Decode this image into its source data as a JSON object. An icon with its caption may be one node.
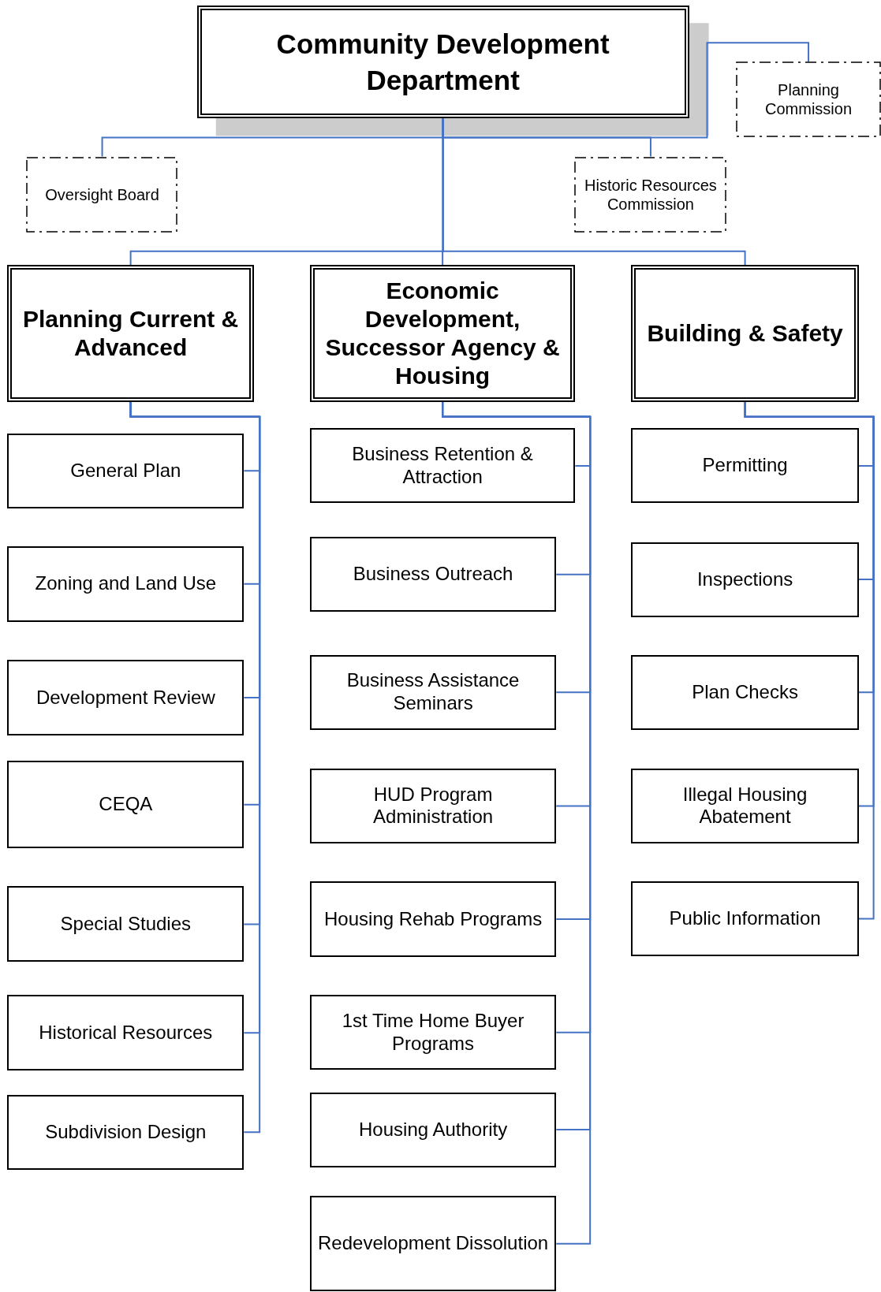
{
  "diagram": {
    "nodes": [
      {
        "text": [
          "Community Development Department"
        ]
      },
      {
        "text": [
          "Planning Commission"
        ]
      },
      {
        "text": [
          "Oversight Board"
        ]
      },
      {
        "text": [
          "Historic Resources Commission"
        ]
      },
      {
        "text": [
          "Planning Current & Advanced"
        ]
      },
      {
        "text": [
          "Economic Development, Successor Agency & Housing"
        ]
      },
      {
        "text": [
          "Building & Safety"
        ]
      },
      {
        "text": [
          "General Plan"
        ]
      },
      {
        "text": [
          "Zoning and Land Use"
        ]
      },
      {
        "text": [
          "Development Review"
        ]
      },
      {
        "text": [
          "CEQA"
        ]
      },
      {
        "text": [
          "Special Studies"
        ]
      },
      {
        "text": [
          "Historical Resources"
        ]
      },
      {
        "text": [
          "Subdivision Design"
        ]
      },
      {
        "text": [
          "Business Retention & Attraction"
        ]
      },
      {
        "text": [
          "Business Outreach"
        ]
      },
      {
        "text": [
          "Business Assistance Seminars"
        ]
      },
      {
        "text": [
          "HUD Program Administration"
        ]
      },
      {
        "text": [
          "Housing Rehab Programs"
        ]
      },
      {
        "text": [
          "1st Time Home Buyer Programs"
        ]
      },
      {
        "text": [
          "Housing Authority"
        ]
      },
      {
        "text": [
          "Redevelopment Dissolution"
        ]
      },
      {
        "text": [
          "Permitting"
        ]
      },
      {
        "text": [
          "Inspections"
        ]
      },
      {
        "text": [
          "Plan Checks"
        ]
      },
      {
        "text": [
          "Illegal Housing Abatement"
        ]
      },
      {
        "text": [
          "Public Information"
        ]
      }
    ],
    "edges": [
      {
        "from": 0,
        "to": 1,
        "arrow": "none"
      },
      {
        "from": 0,
        "to": 2,
        "arrow": "none"
      },
      {
        "from": 0,
        "to": 3,
        "arrow": "none"
      },
      {
        "from": 0,
        "to": 4,
        "arrow": "none"
      },
      {
        "from": 0,
        "to": 5,
        "arrow": "none"
      },
      {
        "from": 0,
        "to": 6,
        "arrow": "none"
      },
      {
        "from": 4,
        "to": 7,
        "arrow": "none"
      },
      {
        "from": 4,
        "to": 8,
        "arrow": "none"
      },
      {
        "from": 4,
        "to": 9,
        "arrow": "none"
      },
      {
        "from": 4,
        "to": 10,
        "arrow": "none"
      },
      {
        "from": 4,
        "to": 11,
        "arrow": "none"
      },
      {
        "from": 4,
        "to": 12,
        "arrow": "none"
      },
      {
        "from": 4,
        "to": 13,
        "arrow": "none"
      },
      {
        "from": 5,
        "to": 14,
        "arrow": "none"
      },
      {
        "from": 5,
        "to": 15,
        "arrow": "none"
      },
      {
        "from": 5,
        "to": 16,
        "arrow": "none"
      },
      {
        "from": 5,
        "to": 17,
        "arrow": "none"
      },
      {
        "from": 5,
        "to": 18,
        "arrow": "none"
      },
      {
        "from": 5,
        "to": 19,
        "arrow": "none"
      },
      {
        "from": 5,
        "to": 20,
        "arrow": "none"
      },
      {
        "from": 5,
        "to": 21,
        "arrow": "none"
      },
      {
        "from": 6,
        "to": 22,
        "arrow": "none"
      },
      {
        "from": 6,
        "to": 23,
        "arrow": "none"
      },
      {
        "from": 6,
        "to": 24,
        "arrow": "none"
      },
      {
        "from": 6,
        "to": 25,
        "arrow": "none"
      },
      {
        "from": 6,
        "to": 26,
        "arrow": "none"
      }
    ]
  }
}
